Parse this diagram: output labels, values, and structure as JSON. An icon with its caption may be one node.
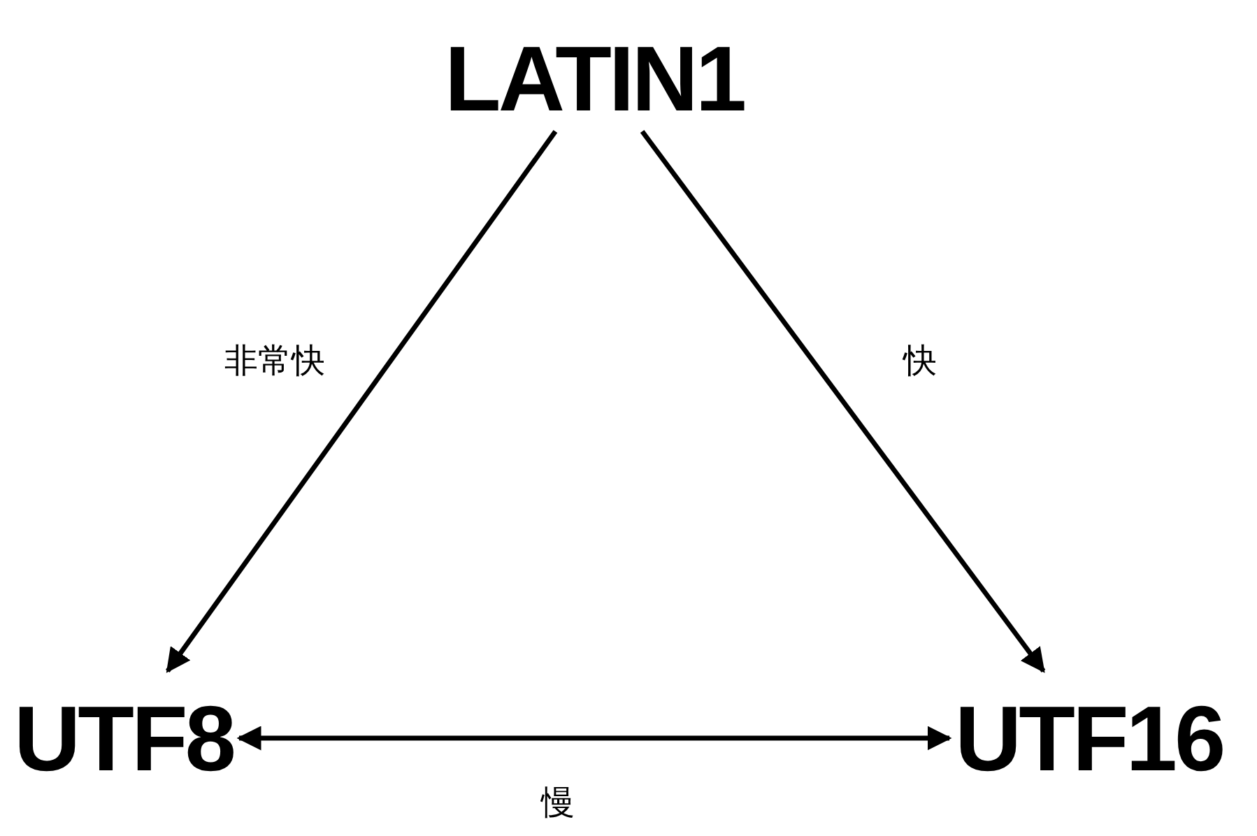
{
  "diagram": {
    "nodes": [
      {
        "text": [
          "LATIN1"
        ]
      },
      {
        "text": [
          "UTF8"
        ]
      },
      {
        "text": [
          "UTF16"
        ]
      }
    ],
    "edges": [
      {
        "from": 0,
        "to": 1,
        "arrow": "to",
        "label": "非常快"
      },
      {
        "from": 0,
        "to": 2,
        "arrow": "to",
        "label": "快"
      },
      {
        "from": 1,
        "to": 2,
        "arrow": "both",
        "label": "慢"
      }
    ]
  }
}
